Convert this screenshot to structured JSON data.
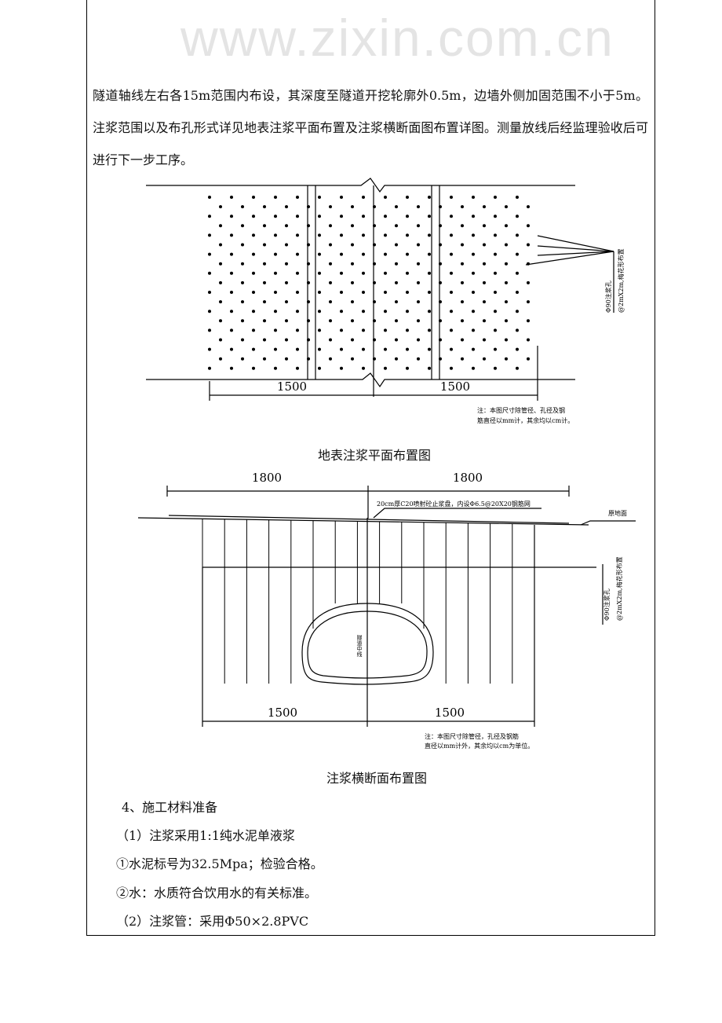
{
  "intro_text": "隧道轴线左右各15m范围内布设，其深度至隧道开挖轮廓外0.5m，边墙外侧加固范围不小于5m。注浆范围以及布孔形式详见地表注浆平面布置及注浆横断面图布置详图。测量放线后经监理验收后可进行下一步工序。",
  "plan": {
    "dim_left": "1500",
    "dim_right": "1500",
    "label_a": "Φ90注浆孔",
    "label_b": "@2mX2m,梅花形布置",
    "note_1": "注：本图尺寸除管径、孔径及钢",
    "note_2": "筋直径以mm计，其余均以cm计。",
    "caption": "地表注浆平面布置图"
  },
  "section": {
    "dim_top_left": "1800",
    "dim_top_right": "1800",
    "slab_label": "20cm厚C20喷射砼止浆盘，内设Φ6.5@20X20钢筋网",
    "ground_label": "原地面",
    "label_a": "Φ90注浆孔",
    "label_b": "@2mX2m,梅花形布置",
    "centerline_label": "隧道中线",
    "dim_left": "1500",
    "dim_right": "1500",
    "note_1": "注：本图尺寸除管径，孔径及钢筋",
    "note_2": "直径以mm计外，其余均以cm为单位。",
    "caption": "注浆横断面布置图"
  },
  "watermark": "www.zixin.com.cn",
  "materials": {
    "heading": "4、施工材料准备",
    "item1": "（1）注浆采用1:1纯水泥单液浆",
    "item1a": "①水泥标号为32.5Mpa；检验合格。",
    "item1b": "②水：水质符合饮用水的有关标准。",
    "item2": "（2）注浆管：采用Φ50×2.8PVC"
  }
}
